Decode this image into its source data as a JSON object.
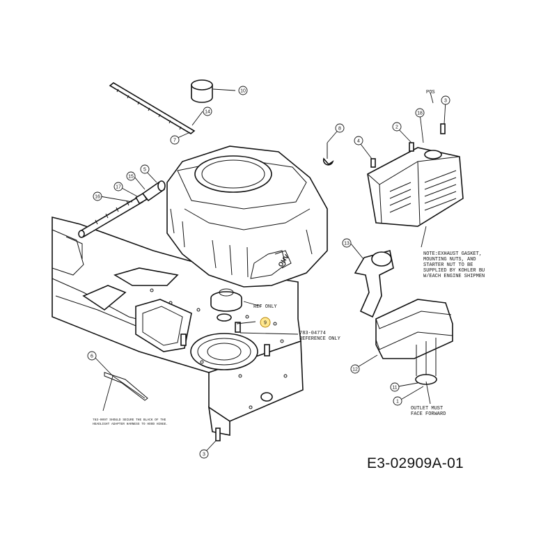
{
  "drawing_number": "E3-02909A-01",
  "notes": {
    "ref_only": "REF ONLY",
    "frame_ref_1": "783-04774",
    "frame_ref_2": "REFERENCE ONLY",
    "exhaust_note": [
      "NOTE:EXHAUST GASKET,",
      "MOUNTING NUTS, AND",
      "STARTER NUT TO BE",
      "SUPPLIED BY KOHLER BU",
      "W/EACH ENGINE SHIPMEN"
    ],
    "outlet_note": [
      "OUTLET MUST",
      "FACE FORWARD"
    ],
    "harness_note": [
      "783-0097 SHOULD SECURE THE BLACK OF THE",
      "HEADLIGHT ADAPTER HARNESS TO HOOD HINGE."
    ],
    "pos_label": "POS",
    "engine_brand": "OHV"
  },
  "callouts": [
    {
      "id": "c10",
      "label": "10",
      "highlight": false
    },
    {
      "id": "c14",
      "label": "14",
      "highlight": false
    },
    {
      "id": "c7",
      "label": "7",
      "highlight": false
    },
    {
      "id": "c8a",
      "label": "8",
      "highlight": false
    },
    {
      "id": "c3a",
      "label": "3",
      "highlight": false
    },
    {
      "id": "c18",
      "label": "18",
      "highlight": false
    },
    {
      "id": "c2",
      "label": "2",
      "highlight": false
    },
    {
      "id": "c4",
      "label": "4",
      "highlight": false
    },
    {
      "id": "c15",
      "label": "15",
      "highlight": false
    },
    {
      "id": "c5",
      "label": "5",
      "highlight": false
    },
    {
      "id": "c17",
      "label": "17",
      "highlight": false
    },
    {
      "id": "c16",
      "label": "16",
      "highlight": false
    },
    {
      "id": "c13",
      "label": "13",
      "highlight": false
    },
    {
      "id": "c9",
      "label": "9",
      "highlight": true
    },
    {
      "id": "c6",
      "label": "6",
      "highlight": false
    },
    {
      "id": "c12",
      "label": "12",
      "highlight": false
    },
    {
      "id": "c11",
      "label": "11",
      "highlight": false
    },
    {
      "id": "c1",
      "label": "1",
      "highlight": false
    },
    {
      "id": "c3b",
      "label": "3",
      "highlight": false
    }
  ]
}
